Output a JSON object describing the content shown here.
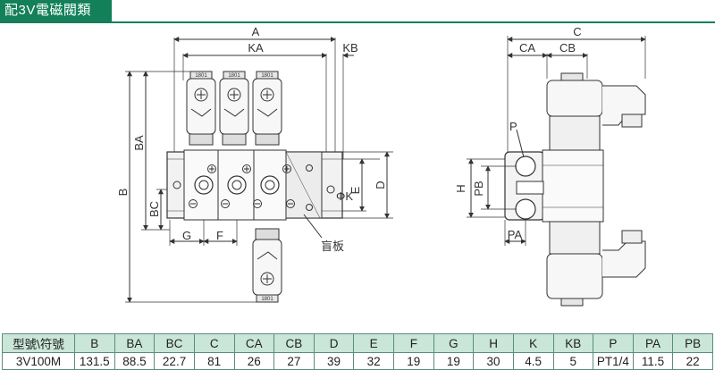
{
  "title": "配3V電磁閥類",
  "dims_left": {
    "A": "A",
    "KA": "KA",
    "KB": "KB",
    "BA": "BA",
    "B": "B",
    "BC": "BC",
    "G": "G",
    "F": "F",
    "K": "ΦK",
    "E": "E",
    "D": "D",
    "plate": "盲板"
  },
  "dims_right": {
    "C": "C",
    "CA": "CA",
    "CB": "CB",
    "P": "P",
    "H": "H",
    "PB": "PB",
    "PA": "PA"
  },
  "coil_label": "1801",
  "table": {
    "headers": [
      "型號\\符號",
      "B",
      "BA",
      "BC",
      "C",
      "CA",
      "CB",
      "D",
      "E",
      "F",
      "G",
      "H",
      "K",
      "KB",
      "P",
      "PA",
      "PB"
    ],
    "rows": [
      [
        "3V100M",
        "131.5",
        "88.5",
        "22.7",
        "81",
        "26",
        "27",
        "39",
        "32",
        "19",
        "19",
        "30",
        "4.5",
        "5",
        "PT1/4",
        "11.5",
        "22"
      ]
    ]
  }
}
